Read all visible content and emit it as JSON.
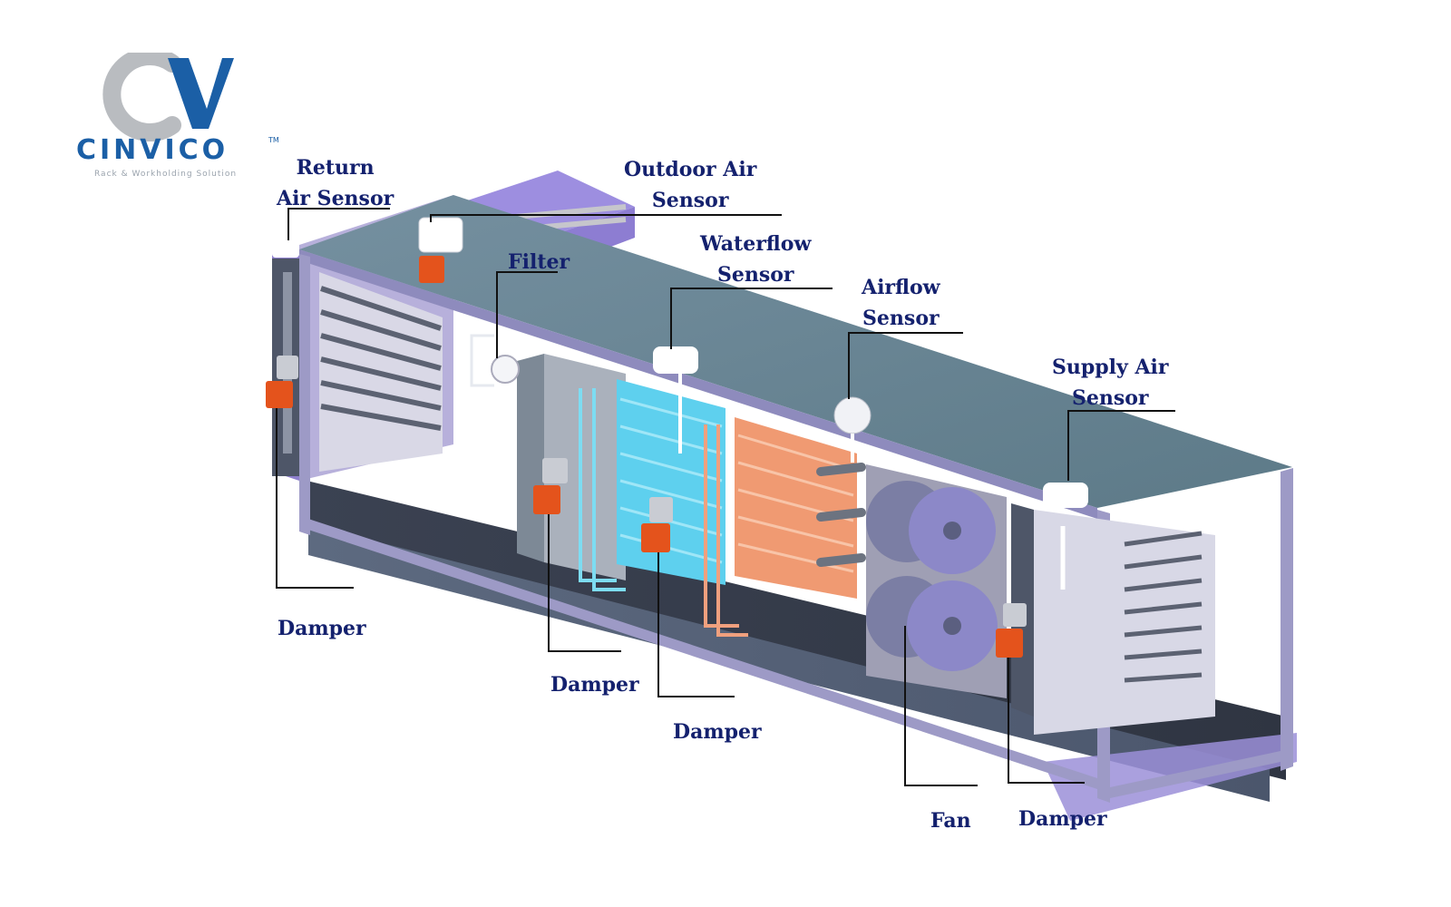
{
  "brand": {
    "name": "CINVICO",
    "trademark": "TM",
    "tagline": "Rack & Workholding Solution",
    "colors": {
      "primary": "#1b5fa6",
      "secondary": "#b9bcc0"
    }
  },
  "labels": {
    "return_air_sensor": [
      "Return",
      "Air Sensor"
    ],
    "outdoor_air_sensor": [
      "Outdoor Air",
      "Sensor"
    ],
    "filter": [
      "Filter"
    ],
    "waterflow_sensor": [
      "Waterflow",
      "Sensor"
    ],
    "airflow_sensor": [
      "Airflow",
      "Sensor"
    ],
    "supply_air_sensor": [
      "Supply Air",
      "Sensor"
    ],
    "damper_1": "Damper",
    "damper_2": "Damper",
    "damper_3": "Damper",
    "fan": "Fan",
    "damper_4": "Damper"
  },
  "colors": {
    "label_text": "#14216e",
    "roof": "#65818e",
    "frame": "#9b98c6",
    "cooling_coil": "#5ed0ee",
    "heating_coil": "#f09a72",
    "actuator": "#e4531c"
  }
}
